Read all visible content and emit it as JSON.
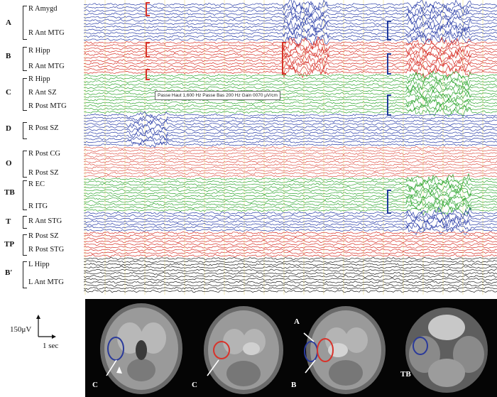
{
  "groups": [
    {
      "id": "A",
      "label": "A",
      "channels": [
        "R Amygd",
        "R Ant MTG"
      ]
    },
    {
      "id": "B",
      "label": "B",
      "channels": [
        "R Hipp",
        "R Ant MTG"
      ]
    },
    {
      "id": "C",
      "label": "C",
      "channels": [
        "R Hipp",
        "R Ant SZ",
        "R Post MTG"
      ]
    },
    {
      "id": "D",
      "label": "D",
      "channels": [
        "R Post SZ"
      ]
    },
    {
      "id": "O",
      "label": "O",
      "channels": [
        "R Post CG",
        "R Post SZ"
      ]
    },
    {
      "id": "TB",
      "label": "TB",
      "channels": [
        "R EC",
        "R ITG"
      ]
    },
    {
      "id": "T",
      "label": "T",
      "channels": [
        "R Ant STG"
      ]
    },
    {
      "id": "TP",
      "label": "TP",
      "channels": [
        "R Post SZ",
        "R Post STG"
      ]
    },
    {
      "id": "Bp",
      "label": "B′",
      "channels": [
        "L Hipp",
        "L Ant MTG"
      ]
    }
  ],
  "filter_info": "Passe Haut 1,600 Hz  Passe Bas 200 Hz  Gain 0070 μV/cm",
  "scale": {
    "amplitude": "150μV",
    "time": "1 sec"
  },
  "mri": [
    {
      "label": "C",
      "marker": "blue"
    },
    {
      "label": "C",
      "marker": "red"
    },
    {
      "label": "B",
      "marker": "both",
      "arrow_label": "A"
    },
    {
      "label": "TB",
      "marker": "blue"
    }
  ],
  "colors": {
    "A": "#2b3ea8",
    "B": "#d8322a",
    "C": "#33a834",
    "D": "#2b3ea8",
    "O": "#e05a50",
    "TB": "#33a834",
    "T": "#2b3ea8",
    "TP": "#d8322a",
    "Bp": "#222222",
    "grid": "#f0e6a8",
    "bracket_red": "#d8322a",
    "bracket_blue": "#1f3a9a"
  }
}
